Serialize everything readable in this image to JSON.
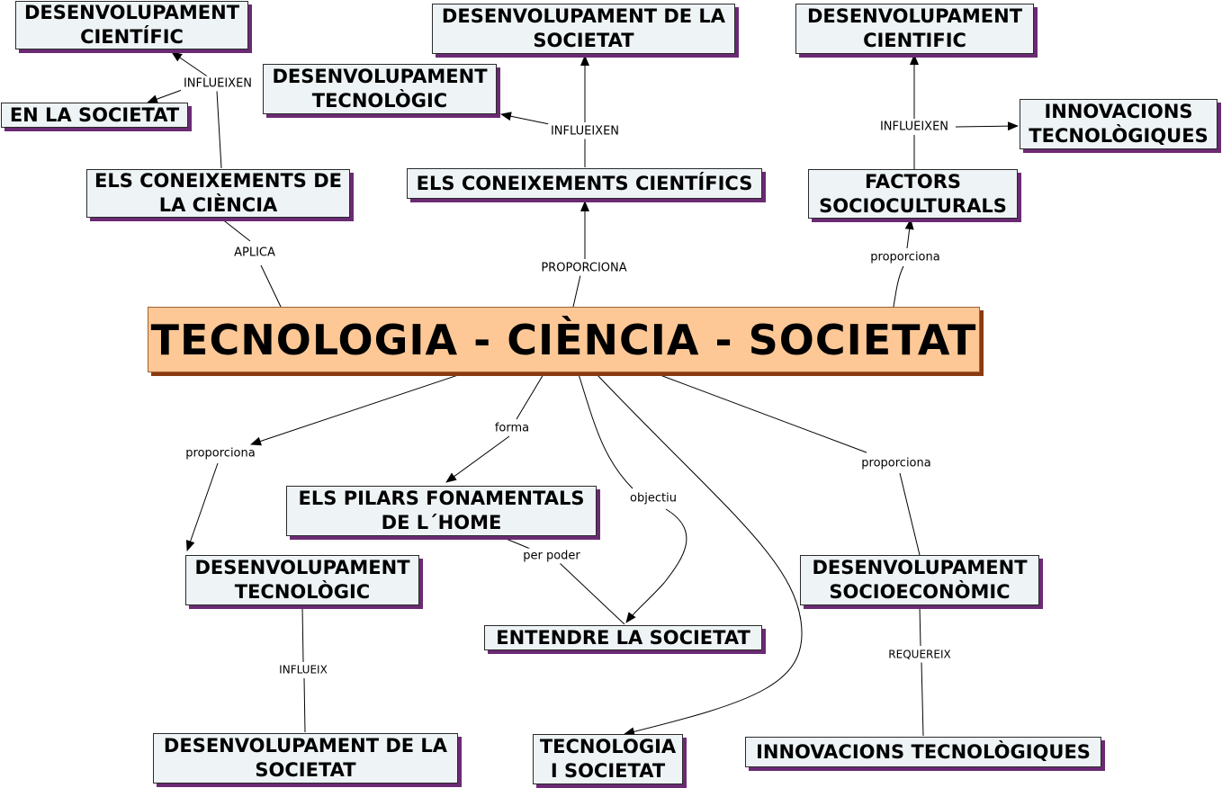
{
  "title": "TECNOLOGIA - CIÈNCIA - SOCIETAT",
  "colors": {
    "node_fill": "#eef4f6",
    "main_fill": "#fdc896",
    "shadow": "#6b2a73",
    "line": "#000000"
  },
  "nodes": {
    "dev_cientific_tl": "DESENVOLUPAMENT\nCIENTÍFIC",
    "en_la_societat": "EN LA SOCIETAT",
    "coneixements_ciencia": "ELS CONEIXEMENTS DE\nLA CIÈNCIA",
    "dev_tecnologic_top": "DESENVOLUPAMENT\nTECNOLÒGIC",
    "dev_societat_top": "DESENVOLUPAMENT DE LA\nSOCIETAT",
    "coneixements_cientifics": "ELS CONEIXEMENTS CIENTÍFICS",
    "dev_cientific_tr": "DESENVOLUPAMENT\nCIENTIFIC",
    "innovacions_tr": "INNOVACIONS\nTECNOLÒGIQUES",
    "factors_socioculturals": "FACTORS\nSOCIOCULTURALS",
    "pilars_home": "ELS PILARS FONAMENTALS\nDE L´HOME",
    "dev_tecnologic_bottom": "DESENVOLUPAMENT\nTECNOLÒGIC",
    "entendre_societat": "ENTENDRE LA SOCIETAT",
    "dev_socioeconomic": "DESENVOLUPAMENT\nSOCIOECONÒMIC",
    "dev_societat_bottom": "DESENVOLUPAMENT DE LA\nSOCIETAT",
    "tecnologia_societat": "TECNOLOGIA\nI SOCIETAT",
    "innovacions_br": "INNOVACIONS TECNOLÒGIQUES"
  },
  "links": {
    "influeixen_left": "INFLUEIXEN",
    "aplica": "APLICA",
    "influeixen_mid": "INFLUEIXEN",
    "proporciona_top": "PROPORCIONA",
    "influeixen_right": "INFLUEIXEN",
    "proporciona_tr": "proporciona",
    "proporciona_bl": "proporciona",
    "forma": "forma",
    "objectiu": "objectiu",
    "per_poder": "per poder",
    "proporciona_br": "proporciona",
    "influeix": "INFLUEIX",
    "requereix": "REQUEREIX"
  }
}
